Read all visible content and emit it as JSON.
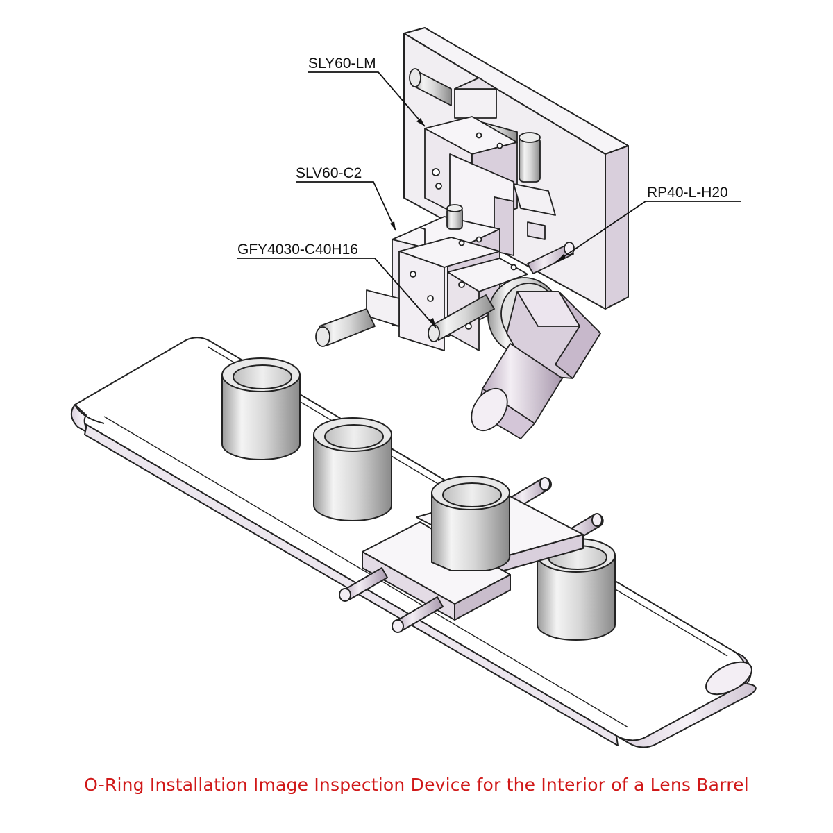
{
  "labels": {
    "sly": "SLY60-LM",
    "slv": "SLV60-C2",
    "gfy": "GFY4030-C40H16",
    "rp": "RP40-L-H20"
  },
  "caption": "O-Ring Installation Image Inspection Device for the Interior of a Lens Barrel",
  "colors": {
    "caption": "#d01818",
    "line": "#222222",
    "part_fill": "#d9cfdc",
    "metal_fill": "#cfcfcf",
    "highlight": "#ffffff"
  }
}
